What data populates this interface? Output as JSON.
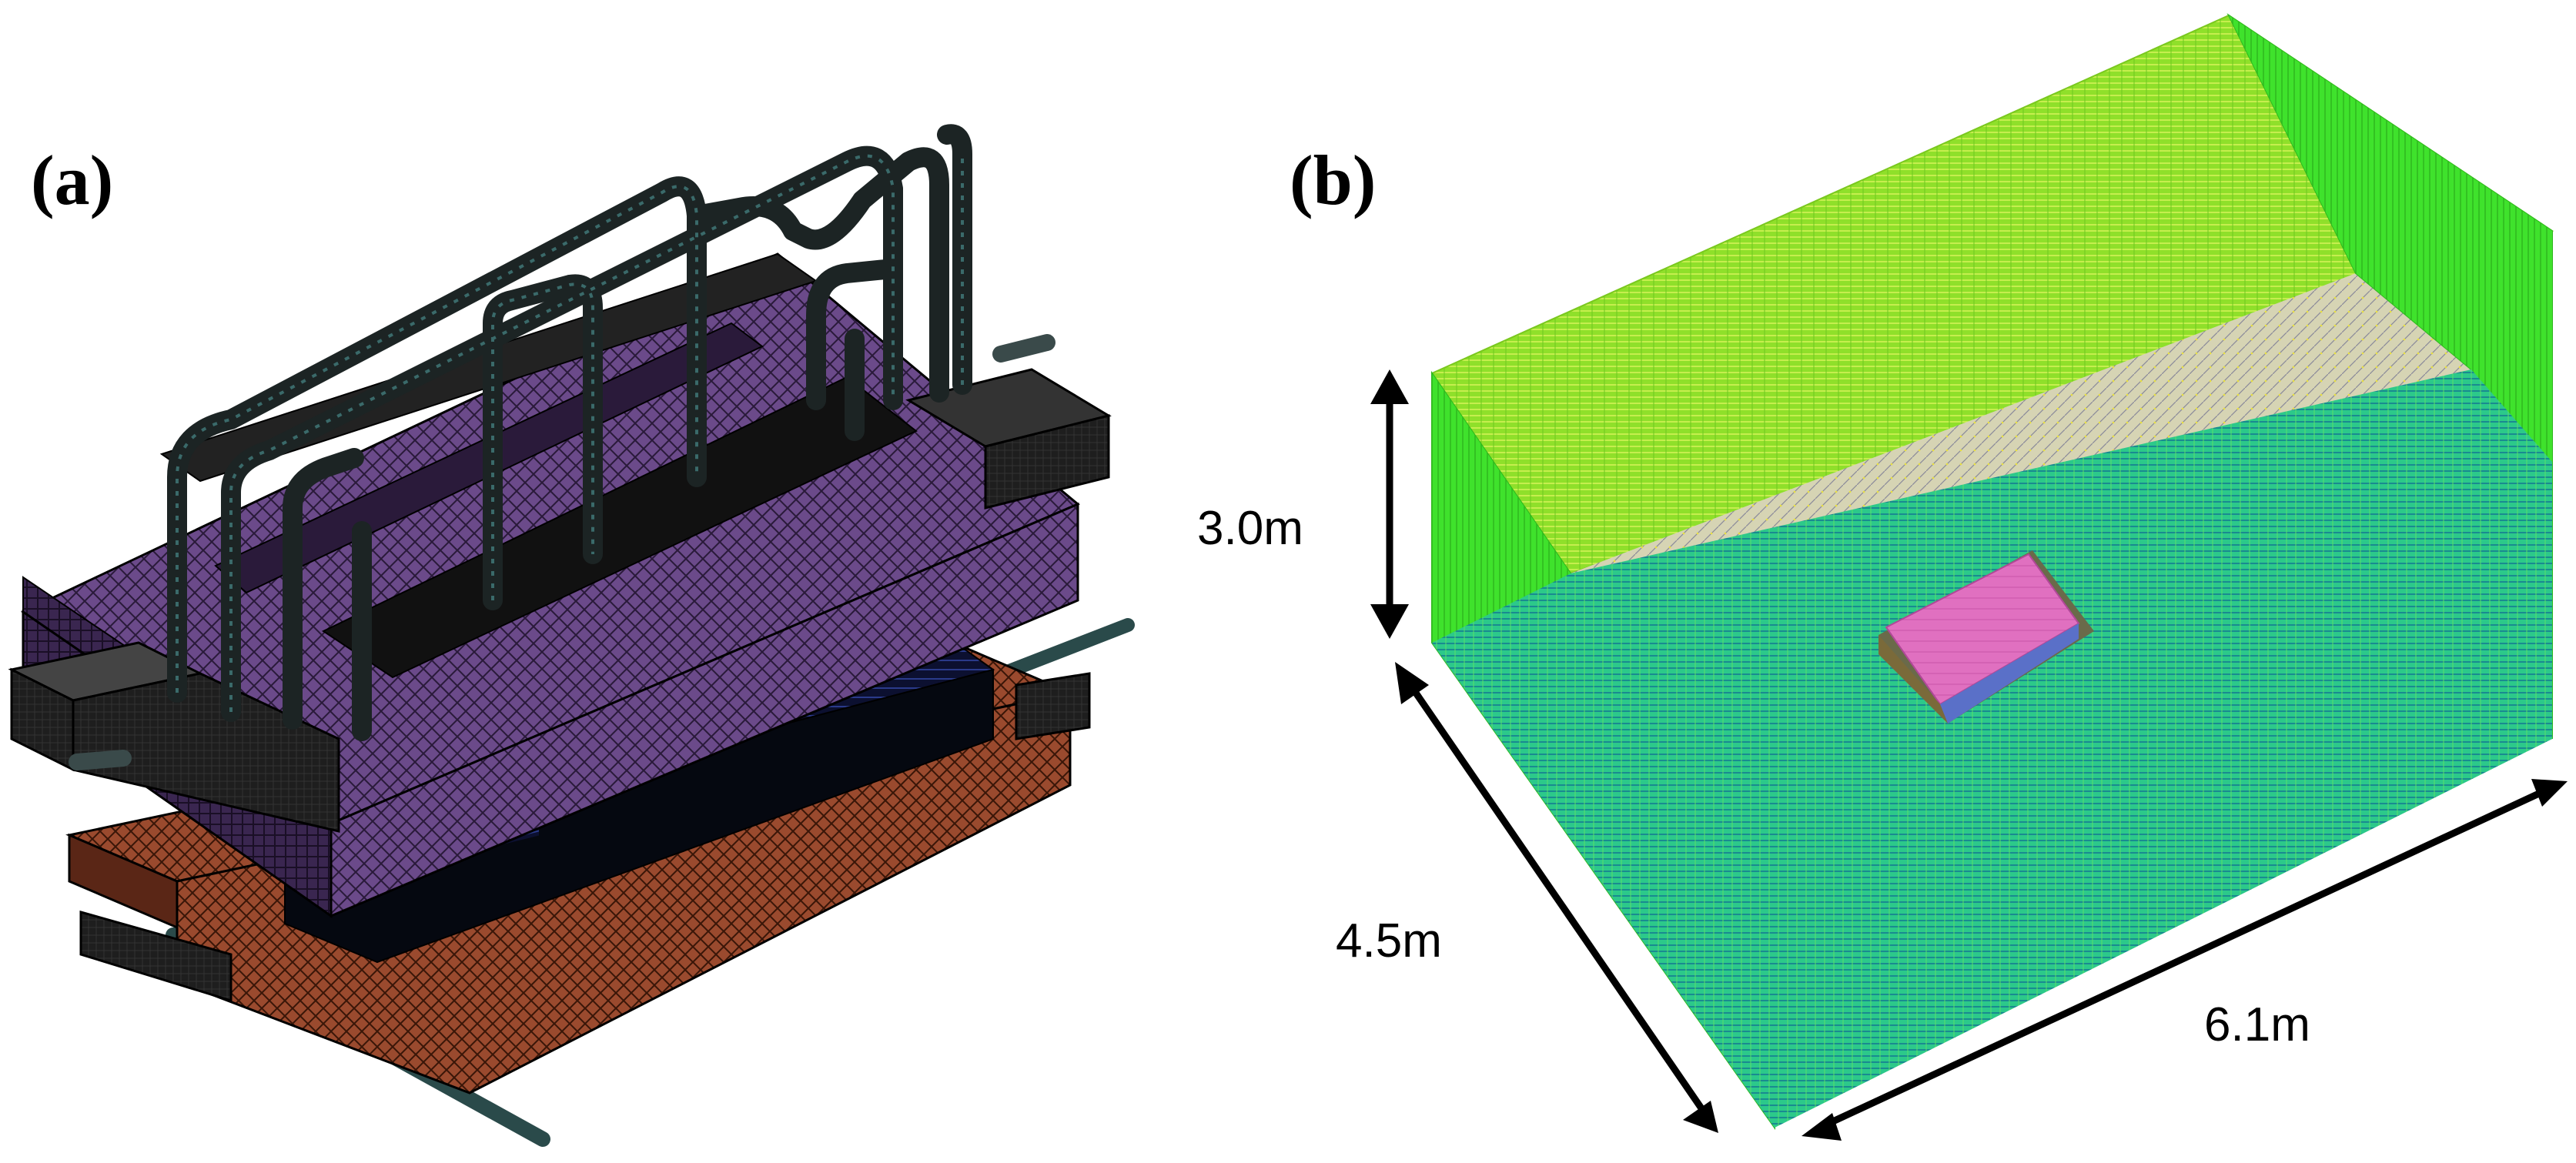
{
  "panels": [
    {
      "id": "a",
      "label": "(a)"
    },
    {
      "id": "b",
      "label": "(b)"
    }
  ],
  "dimensions": {
    "height": "3.0m",
    "depth": "4.5m",
    "width": "6.1m"
  },
  "colors": {
    "upper_plate": "#6b4a8a",
    "lower_plate": "#9a4a2e",
    "pipes": "#1c2424",
    "end_blocks": "#1e1e1e",
    "inner_blue": "#1a2a6a",
    "room_wall_top": "#9bea2a",
    "room_wall_side": "#45e82a",
    "room_wall_front": "#2cc98a",
    "room_floor": "#d6d4b4",
    "object_box": "#e070c0"
  },
  "icons": [
    "double-arrow-icon"
  ]
}
